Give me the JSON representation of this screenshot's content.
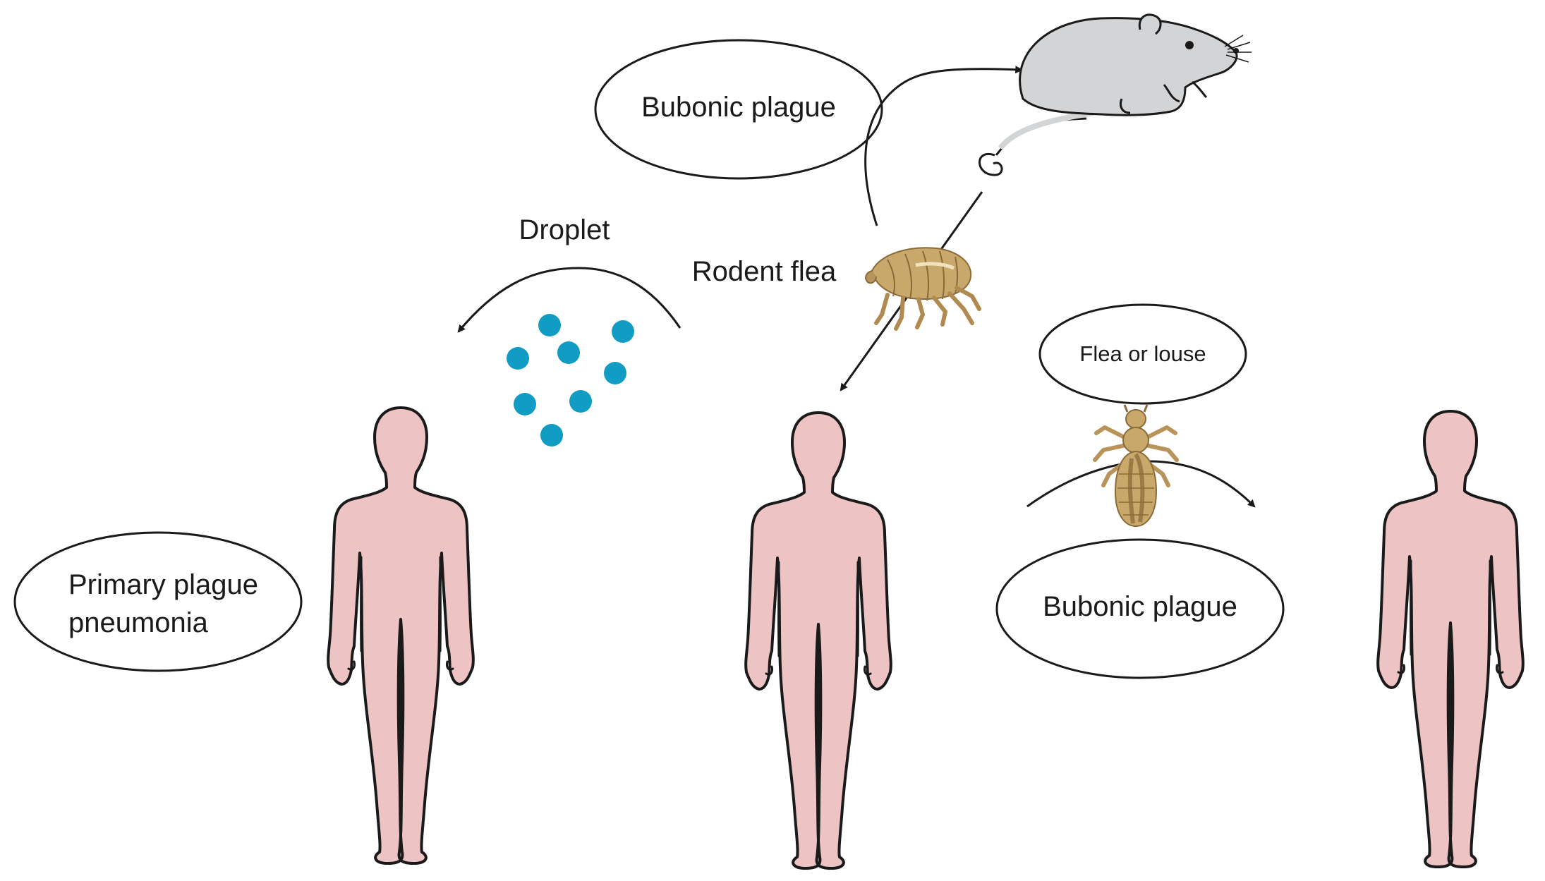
{
  "labels": {
    "bubonic_top": "Bubonic plague",
    "droplet": "Droplet",
    "rodent_flea": "Rodent flea",
    "flea_or_louse": "Flea or louse",
    "primary_line1": "Primary plague",
    "primary_line2": "pneumonia",
    "bubonic_right": "Bubonic plague"
  },
  "colors": {
    "human_fill": "#edc3c3",
    "droplet": "#119cc4",
    "rodent": "#d3d4d6",
    "insect": "#c9a86b",
    "insect_dark": "#9a7a45",
    "outline": "#1a1a1a"
  },
  "icons": [
    "rodent-icon",
    "flea-icon",
    "louse-icon",
    "human-figure-icon",
    "droplet-icon"
  ]
}
